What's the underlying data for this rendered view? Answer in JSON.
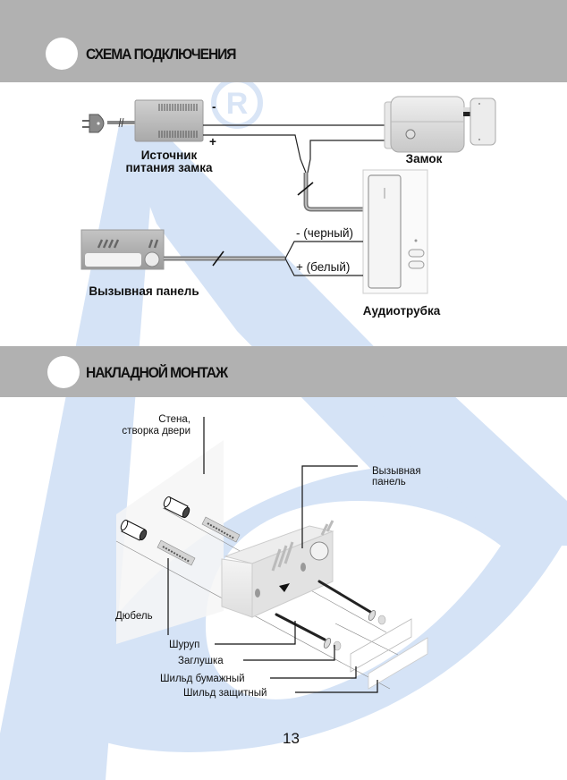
{
  "sections": [
    {
      "title": "СХЕМА ПОДКЛЮЧЕНИЯ"
    },
    {
      "title": "НАКЛАДНОЙ МОНТАЖ"
    }
  ],
  "wiring": {
    "power_supply_label_1": "Источник",
    "power_supply_label_2": "питания замка",
    "minus": "-",
    "plus": "+",
    "lock_label": "Замок",
    "call_panel_label": "Вызывная панель",
    "handset_label": "Аудиотрубка",
    "wire_black": "- (черный)",
    "wire_white": "+ (белый)"
  },
  "mounting": {
    "wall_label_1": "Стена,",
    "wall_label_2": "створка двери",
    "panel_label_1": "Вызывная",
    "panel_label_2": "панель",
    "dowel": "Дюбель",
    "screw": "Шуруп",
    "plug": "Заглушка",
    "paper_plate": "Шильд бумажный",
    "protective_plate": "Шильд защитный"
  },
  "watermark": {
    "symbol": "R",
    "color": "#d5e3f6"
  },
  "page_number": "13"
}
